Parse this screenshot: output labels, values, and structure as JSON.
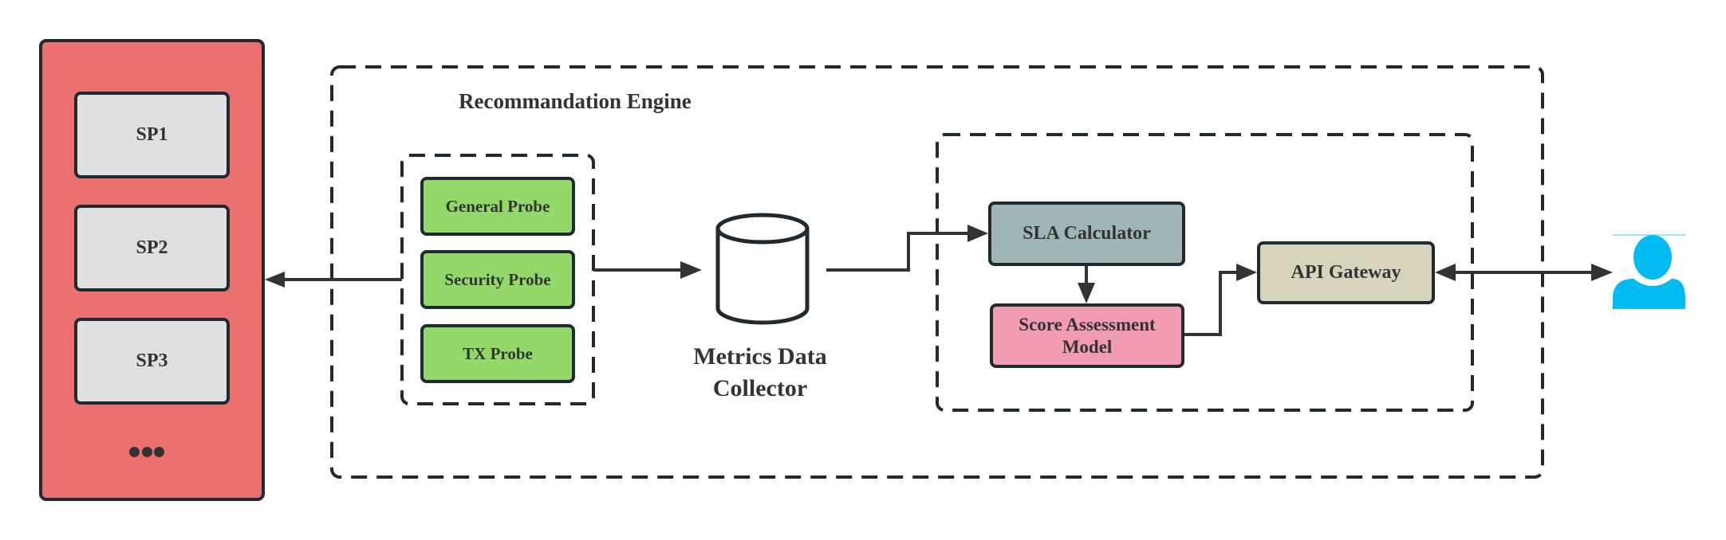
{
  "diagram": {
    "service_providers": {
      "items": [
        {
          "label": "SP1"
        },
        {
          "label": "SP2"
        },
        {
          "label": "SP3"
        }
      ],
      "more_indicator": "ellipsis-dots"
    },
    "recommendation_engine": {
      "title": "Recommandation Engine",
      "probes": [
        {
          "label": "General Probe"
        },
        {
          "label": "Security Probe"
        },
        {
          "label": "TX Probe"
        }
      ],
      "collector": {
        "icon": "database-cylinder-icon",
        "label_line1": "Metrics Data",
        "label_line2": "Collector"
      },
      "scoring_group": {
        "sla_calculator": "SLA Calculator",
        "score_model_line1": "Score Assessment",
        "score_model_line2": "Model",
        "api_gateway": "API Gateway"
      }
    },
    "user": {
      "icon": "user-icon"
    },
    "colors": {
      "sp_panel": "#ec706f",
      "sp_box": "#e0e0e0",
      "probe": "#93d96a",
      "sla": "#9fb5b6",
      "score": "#f19cb0",
      "api": "#d6d4bb",
      "user": "#00bcf0",
      "stroke": "#1f2a33"
    },
    "connections": [
      {
        "from": "probes",
        "to": "service-providers",
        "type": "arrow"
      },
      {
        "from": "probes",
        "to": "metrics-data-collector",
        "type": "arrow"
      },
      {
        "from": "metrics-data-collector",
        "to": "sla-calculator",
        "type": "arrow"
      },
      {
        "from": "sla-calculator",
        "to": "score-assessment-model",
        "type": "arrow"
      },
      {
        "from": "score-assessment-model",
        "to": "api-gateway",
        "type": "arrow"
      },
      {
        "from": "api-gateway",
        "to": "user",
        "type": "bidirectional"
      }
    ]
  }
}
